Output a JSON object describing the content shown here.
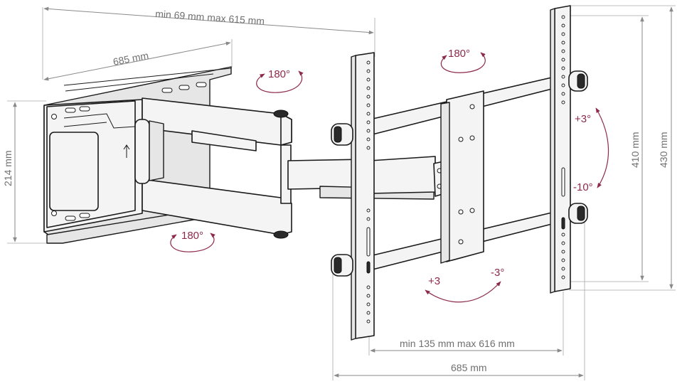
{
  "dimensions": {
    "arm_reach": "min 69 mm max 615 mm",
    "wall_plate_width": "685 mm",
    "wall_plate_height": "214 mm",
    "vesa_horizontal": "min 135 mm max 616 mm",
    "tv_bracket_width": "685 mm",
    "vesa_vertical": "410 mm",
    "tv_bracket_height": "430 mm"
  },
  "angles": {
    "swivel_top_left": "180°",
    "swivel_top_center": "180°",
    "swivel_bottom_left": "180°",
    "tilt_up": "+3°",
    "tilt_down": "-10°",
    "level_plus": "+3",
    "level_minus": "-3°"
  },
  "colors": {
    "angle_annotation": "#8c2a4a",
    "dimension_text": "#707070",
    "outline": "#1a1a1a"
  }
}
